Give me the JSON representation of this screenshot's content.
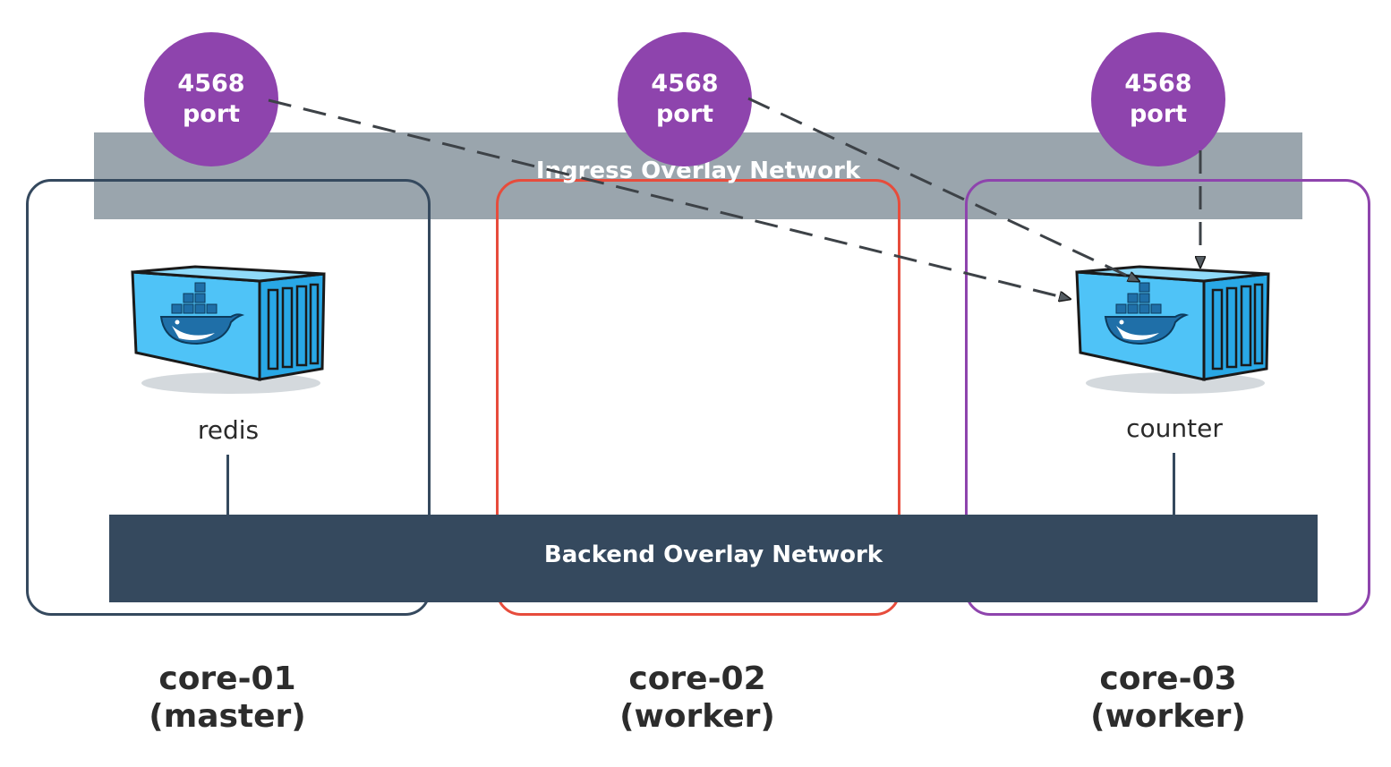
{
  "ingress": {
    "label": "Ingress Overlay Network",
    "color": "#9aa5ad"
  },
  "backend": {
    "label": "Backend Overlay Network",
    "color": "#35495e"
  },
  "ports": [
    {
      "number": "4568",
      "label": "port",
      "color": "#8e44ad"
    },
    {
      "number": "4568",
      "label": "port",
      "color": "#8e44ad"
    },
    {
      "number": "4568",
      "label": "port",
      "color": "#8e44ad"
    }
  ],
  "nodes": [
    {
      "name": "core-01",
      "role": "(master)",
      "border_color": "#35495e",
      "service": "redis"
    },
    {
      "name": "core-02",
      "role": "(worker)",
      "border_color": "#e74c3c",
      "service": ""
    },
    {
      "name": "core-03",
      "role": "(worker)",
      "border_color": "#8e44ad",
      "service": "counter"
    }
  ],
  "icons": {
    "container": "docker-container-icon"
  }
}
